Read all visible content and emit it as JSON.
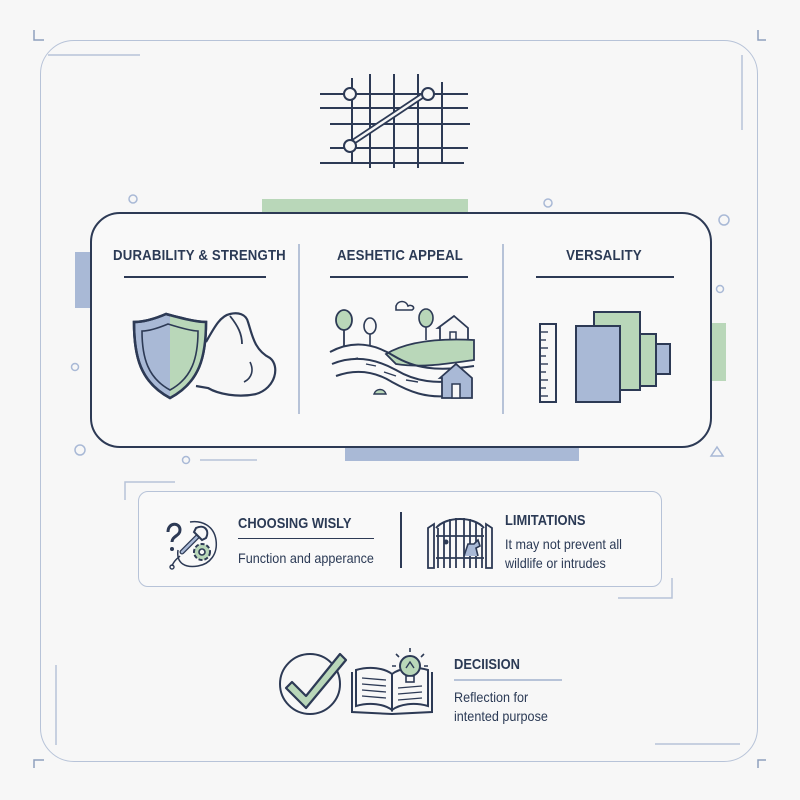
{
  "colors": {
    "navy": "#2d3a55",
    "blue_fill": "#a9b9d6",
    "green_fill": "#b9d7b9",
    "line_light": "#b7c3d8"
  },
  "features": [
    {
      "title": "DURABILITY & STRENGTH",
      "icon": "shield-and-flexed-arm-icon"
    },
    {
      "title": "AESHETIC APPEAL",
      "icon": "landscape-with-houses-icon"
    },
    {
      "title": "VERSALITY",
      "icon": "ruler-and-panels-icon"
    }
  ],
  "choosing": {
    "title": "CHOOSING WISLY",
    "text": "Function and apperance",
    "icon": "question-wrench-gear-icon"
  },
  "limitations": {
    "title": "LIMITATIONS",
    "text_line1": "It may not prevent all",
    "text_line2": "wildlife or intrudes",
    "icon": "gate-with-animal-icon"
  },
  "decision": {
    "title": "DECIISION",
    "text_line1": "Reflection for",
    "text_line2": "intented purpose",
    "icons": [
      "checkmark-circle-icon",
      "open-book-with-lightbulb-icon"
    ]
  },
  "top_icon": "fence-grid-icon"
}
